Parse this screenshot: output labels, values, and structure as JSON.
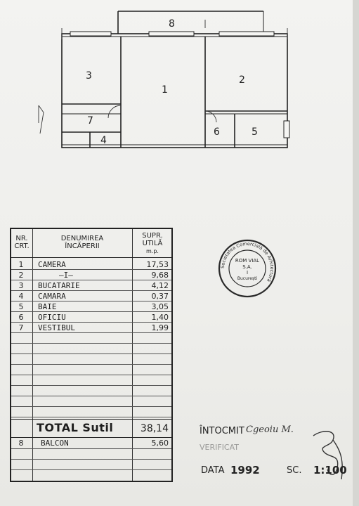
{
  "plan": {
    "rooms": [
      {
        "id": "8",
        "label": "8"
      },
      {
        "id": "3",
        "label": "3"
      },
      {
        "id": "1",
        "label": "1"
      },
      {
        "id": "2",
        "label": "2"
      },
      {
        "id": "7",
        "label": "7"
      },
      {
        "id": "4",
        "label": "4"
      },
      {
        "id": "6",
        "label": "6"
      },
      {
        "id": "5",
        "label": "5"
      }
    ]
  },
  "table": {
    "headers": {
      "nr": [
        "NR.",
        "CRT."
      ],
      "name": [
        "DENUMIREA",
        "ÎNCĂPERII"
      ],
      "area": [
        "SUPR.",
        "UTILĂ",
        "m.p."
      ]
    },
    "rows": [
      {
        "nr": "1",
        "name": "CAMERA",
        "area": "17,53"
      },
      {
        "nr": "2",
        "name": "—I—",
        "area": "9,68"
      },
      {
        "nr": "3",
        "name": "BUCATARIE",
        "area": "4,12"
      },
      {
        "nr": "4",
        "name": "CAMARA",
        "area": "0,37"
      },
      {
        "nr": "5",
        "name": "BAIE",
        "area": "3,05"
      },
      {
        "nr": "6",
        "name": "OFICIU",
        "area": "1,40"
      },
      {
        "nr": "7",
        "name": "VESTIBUL",
        "area": "1,99"
      }
    ],
    "total": {
      "label": "TOTAL Sutil",
      "value": "38,14"
    },
    "extra": {
      "nr": "8",
      "name": "BALCON",
      "area": "5,60"
    }
  },
  "stamp": {
    "ring_text": "Societatea Comercială de Arhitectură",
    "center": [
      "ROM VIAL",
      "S.A.",
      "I",
      "București"
    ]
  },
  "footer": {
    "intocmit_label": "ÎNTOCMIT",
    "intocmit_name": "Cgeoiu M.",
    "verificat_label": "VERIFICAT",
    "data_label": "DATA",
    "data_value": "1992",
    "scale_label": "SC.",
    "scale_value": "1:100"
  }
}
